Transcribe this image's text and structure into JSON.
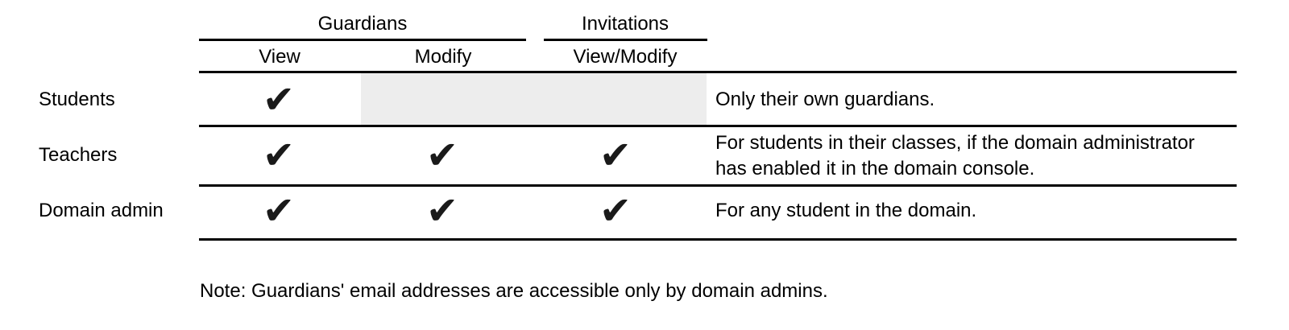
{
  "table": {
    "column_groups": [
      {
        "label": "Guardians",
        "columns": [
          "View",
          "Modify"
        ]
      },
      {
        "label": "Invitations",
        "columns": [
          "View/Modify"
        ]
      }
    ],
    "sub_headers": [
      "View",
      "Modify",
      "View/Modify"
    ],
    "rows": [
      {
        "label": "Students",
        "guardians_view": "✔",
        "guardians_modify": "",
        "invitations_view_modify": "",
        "disabled_cells_shaded": true,
        "note_lines": [
          "Only their own guardians."
        ]
      },
      {
        "label": "Teachers",
        "guardians_view": "✔",
        "guardians_modify": "✔",
        "invitations_view_modify": "✔",
        "disabled_cells_shaded": false,
        "note_lines": [
          "For students in their classes, if the domain administrator",
          "has enabled it in the domain console."
        ]
      },
      {
        "label": "Domain admin",
        "guardians_view": "✔",
        "guardians_modify": "✔",
        "invitations_view_modify": "✔",
        "disabled_cells_shaded": false,
        "note_lines": [
          "For any student in the domain."
        ]
      }
    ]
  },
  "footnote": "Note: Guardians' email addresses are accessible only by domain admins.",
  "colors": {
    "background": "#ffffff",
    "text": "#000000",
    "rule": "#000000",
    "checkmark": "#1a1a1a",
    "disabled_cell_bg": "#ededed"
  }
}
